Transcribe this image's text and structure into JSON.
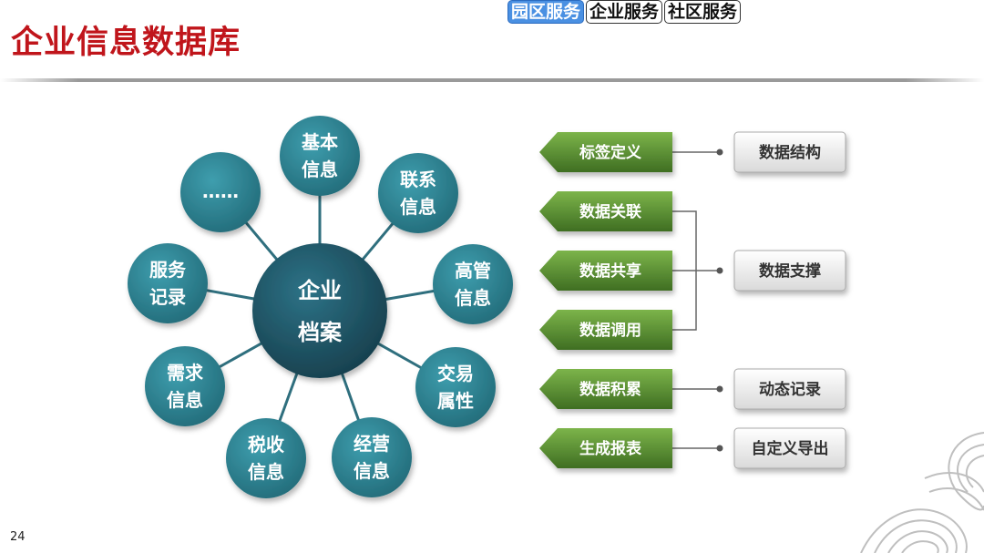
{
  "header": {
    "title": "企业信息数据库",
    "tabs": [
      {
        "label": "园区服务",
        "active": true
      },
      {
        "label": "企业服务",
        "active": false
      },
      {
        "label": "社区服务",
        "active": false
      }
    ]
  },
  "hub": {
    "line1": "企业",
    "line2": "档案"
  },
  "satellites": [
    {
      "line1": "基本",
      "line2": "信息"
    },
    {
      "line1": "联系",
      "line2": "信息"
    },
    {
      "line1": "高管",
      "line2": "信息"
    },
    {
      "line1": "交易",
      "line2": "属性"
    },
    {
      "line1": "经营",
      "line2": "信息"
    },
    {
      "line1": "税收",
      "line2": "信息"
    },
    {
      "line1": "需求",
      "line2": "信息"
    },
    {
      "line1": "服务",
      "line2": "记录"
    },
    {
      "line1": "……",
      "line2": ""
    }
  ],
  "functions": [
    "标签定义",
    "数据关联",
    "数据共享",
    "数据调用",
    "数据积累",
    "生成报表"
  ],
  "outcomes": [
    "数据结构",
    "数据支撑",
    "动态记录",
    "自定义导出"
  ],
  "page_number": "24",
  "colors": {
    "hub": "#1d5567",
    "node": "#2f8a9a",
    "green": "#5a8f32",
    "title": "#c0151b"
  }
}
